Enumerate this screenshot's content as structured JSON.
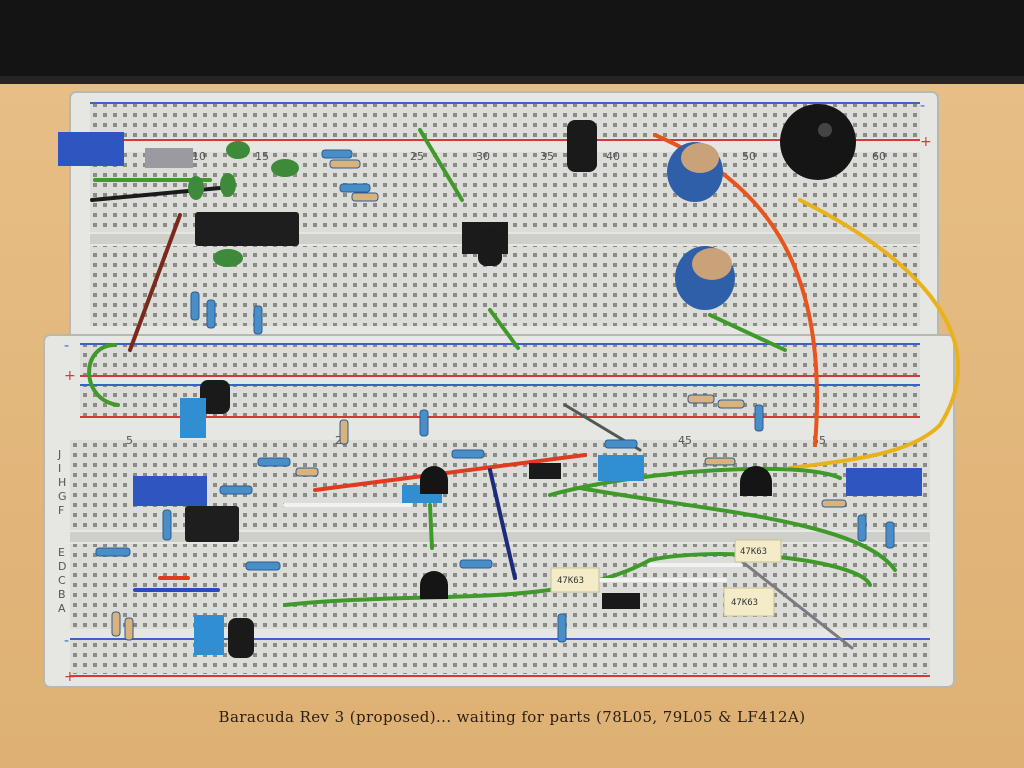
{
  "caption": "Baracuda Rev 3 (proposed)... waiting for parts (78L05, 79L05 & LF412A)",
  "board": {
    "column_numbers": [
      "5",
      "10",
      "15",
      "20",
      "25",
      "30",
      "35",
      "40",
      "45",
      "50",
      "55",
      "60"
    ],
    "row_letters": [
      "J",
      "I",
      "H",
      "G",
      "F",
      "E",
      "D",
      "C",
      "B",
      "A"
    ],
    "rail_signs": [
      "-",
      "+"
    ]
  },
  "components": {
    "capacitor_markings": [
      "47K63",
      "47K63",
      "47K63"
    ]
  },
  "colors": {
    "wood": "#e3b87a",
    "board": "#dcdcd8",
    "red_rail": "#d23a3a",
    "blue_rail": "#3a62c8",
    "wire_green": "#3f9a2a",
    "wire_red": "#e03a20",
    "wire_orange": "#e8541e",
    "wire_yellow": "#e9b21a",
    "wire_blue": "#1c2b7a",
    "wire_brown": "#7a2a1c"
  }
}
